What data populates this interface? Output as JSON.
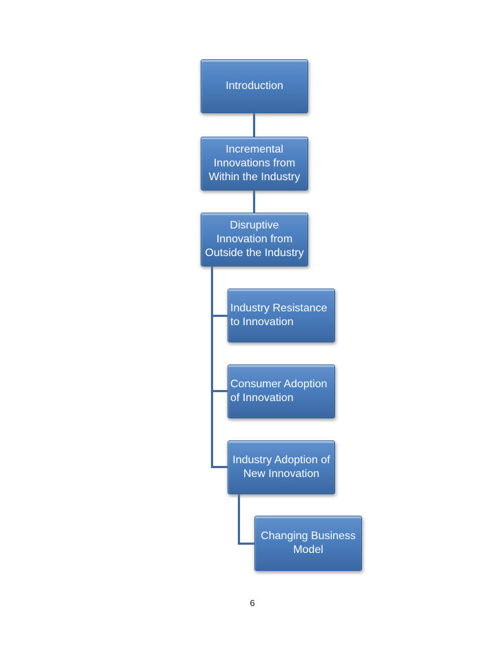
{
  "page": {
    "background_color": "#ffffff",
    "number": "6"
  },
  "diagram": {
    "type": "flowchart",
    "direction": "vertical-staggered",
    "colors": {
      "node_fill_highlight": "#8fb2de",
      "node_fill_top": "#4e81c1",
      "node_fill_bottom": "#3a67a2",
      "node_border": "#2e5b92",
      "node_text": "#ffffff",
      "connector": "#41689a",
      "page_number_text": "#1a1a1a"
    },
    "nodes": [
      {
        "id": "introduction",
        "label": "Introduction"
      },
      {
        "id": "incremental-innovations",
        "label": "Incremental\nInnovations from\nWithin the Industry"
      },
      {
        "id": "disruptive-innovation",
        "label": "Disruptive\nInnovation from\nOutside the Industry"
      },
      {
        "id": "industry-resistance",
        "label": "Industry Resistance\nto Innovation"
      },
      {
        "id": "consumer-adoption",
        "label": "Consumer Adoption\nof Innovation"
      },
      {
        "id": "industry-adoption",
        "label": "Industry Adoption of\nNew Innovation"
      },
      {
        "id": "changing-business-model",
        "label": "Changing Business\nModel"
      }
    ],
    "edges": [
      {
        "from": "introduction",
        "to": "incremental-innovations"
      },
      {
        "from": "incremental-innovations",
        "to": "disruptive-innovation"
      },
      {
        "from": "disruptive-innovation",
        "to": "industry-resistance"
      },
      {
        "from": "disruptive-innovation",
        "to": "consumer-adoption"
      },
      {
        "from": "disruptive-innovation",
        "to": "industry-adoption"
      },
      {
        "from": "industry-adoption",
        "to": "changing-business-model"
      }
    ]
  }
}
